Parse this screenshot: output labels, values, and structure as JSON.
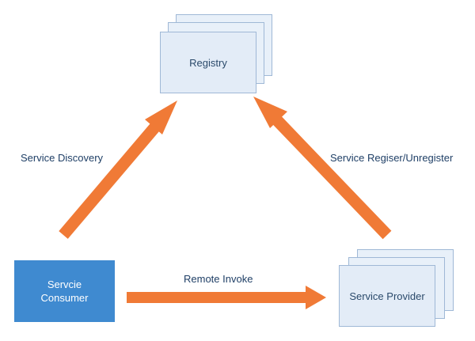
{
  "diagram": {
    "nodes": {
      "registry": {
        "label": "Registry"
      },
      "consumer": {
        "line1": "Servcie",
        "line2": "Consumer"
      },
      "provider": {
        "label": "Service Provider"
      }
    },
    "edges": {
      "discovery": {
        "label": "Service Discovery",
        "from": "consumer",
        "to": "registry"
      },
      "register": {
        "label": "Service Regiser/Unregister",
        "from": "provider",
        "to": "registry"
      },
      "invoke": {
        "label": "Remote Invoke",
        "from": "consumer",
        "to": "provider"
      }
    },
    "colors": {
      "arrow": "#f07a36",
      "consumer_fill": "#3f8ad0",
      "card_fill": "#e3ecf7",
      "card_border": "#9fb8d6",
      "label_text": "#1f3f66"
    }
  }
}
